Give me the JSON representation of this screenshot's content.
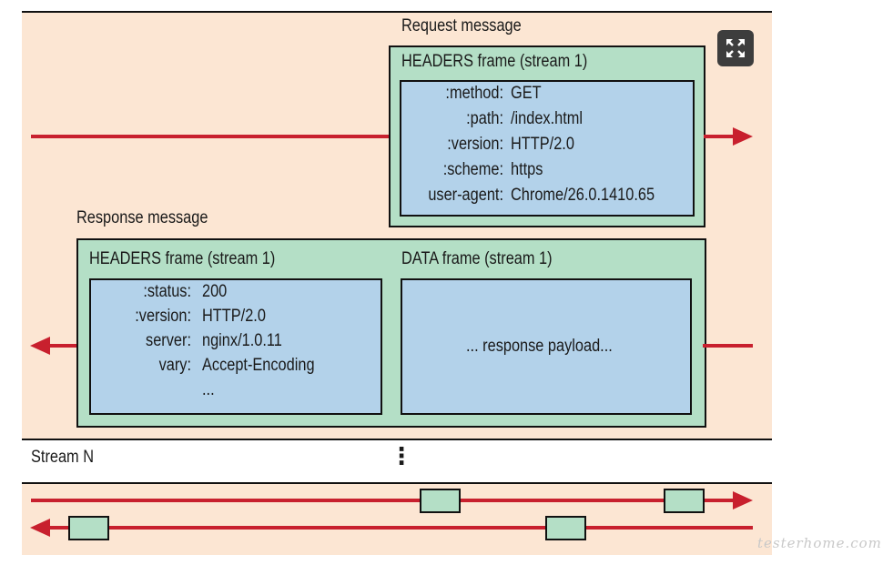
{
  "colors": {
    "band": "#fce6d3",
    "frame": "#b4dfc6",
    "inner": "#b3d2ea",
    "arrow": "#c8202e",
    "button": "#3d3d3d"
  },
  "request": {
    "title": "Request message",
    "frame_title": "HEADERS frame (stream 1)",
    "headers": [
      {
        "key": ":method:",
        "value": "GET"
      },
      {
        "key": ":path:",
        "value": "/index.html"
      },
      {
        "key": ":version:",
        "value": "HTTP/2.0"
      },
      {
        "key": ":scheme:",
        "value": "https"
      },
      {
        "key": "user-agent:",
        "value": "Chrome/26.0.1410.65"
      }
    ]
  },
  "response": {
    "title": "Response message",
    "headers_frame_title": "HEADERS frame (stream 1)",
    "headers": [
      {
        "key": ":status:",
        "value": "200"
      },
      {
        "key": ":version:",
        "value": "HTTP/2.0"
      },
      {
        "key": "server:",
        "value": "nginx/1.0.11"
      },
      {
        "key": "vary:",
        "value": "Accept-Encoding"
      },
      {
        "key": "",
        "value": "..."
      }
    ],
    "data_frame_title": "DATA frame (stream 1)",
    "payload": "... response payload..."
  },
  "stream_n": {
    "label": "Stream N",
    "ellipsis": "⋮"
  },
  "toolbar": {
    "expand_icon": "expand-icon"
  },
  "watermark": "testerhome.com"
}
